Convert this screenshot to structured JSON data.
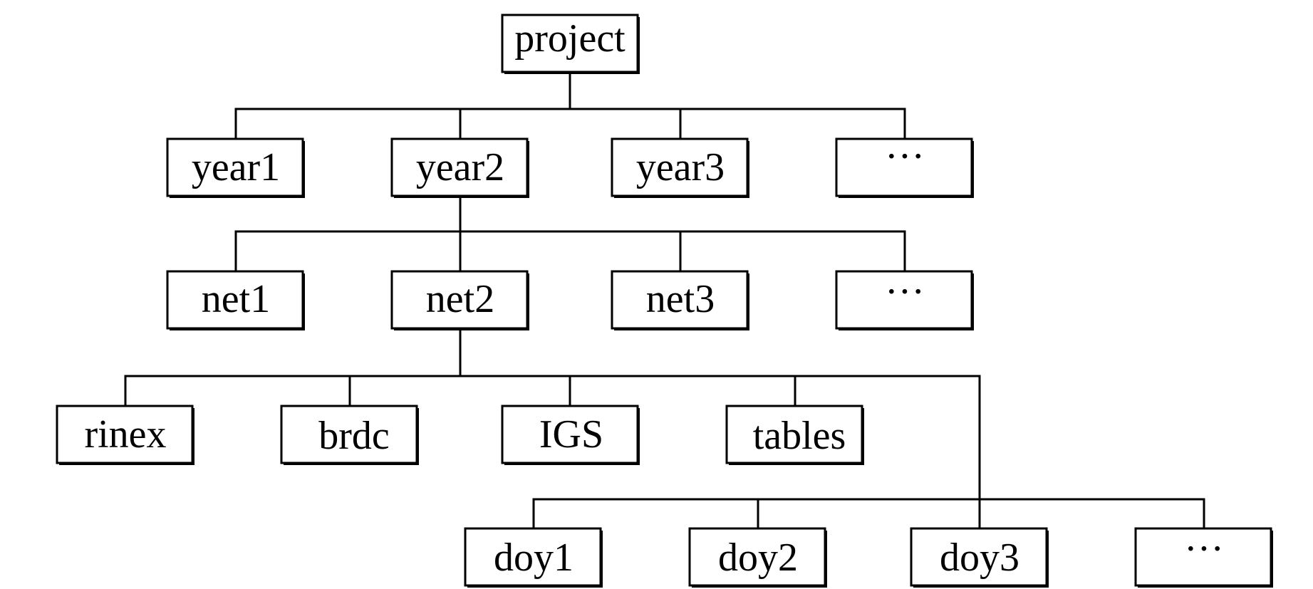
{
  "nodes": {
    "project": "project",
    "year1": "year1",
    "year2": "year2",
    "year3": "year3",
    "year_more": "···",
    "net1": "net1",
    "net2": "net2",
    "net3": "net3",
    "net_more": "···",
    "rinex": "rinex",
    "brdc": "brdc",
    "igs": "IGS",
    "tables": "tables",
    "doy1": "doy1",
    "doy2": "doy2",
    "doy3": "doy3",
    "doy_more": "···"
  },
  "edges": [
    [
      "project",
      "year1"
    ],
    [
      "project",
      "year2"
    ],
    [
      "project",
      "year3"
    ],
    [
      "project",
      "year_more"
    ],
    [
      "year2",
      "net1"
    ],
    [
      "year2",
      "net2"
    ],
    [
      "year2",
      "net3"
    ],
    [
      "year2",
      "net_more"
    ],
    [
      "net2",
      "rinex"
    ],
    [
      "net2",
      "brdc"
    ],
    [
      "net2",
      "igs"
    ],
    [
      "net2",
      "tables"
    ],
    [
      "net2",
      "doy1"
    ],
    [
      "net2",
      "doy2"
    ],
    [
      "net2",
      "doy3"
    ],
    [
      "net2",
      "doy_more"
    ]
  ]
}
